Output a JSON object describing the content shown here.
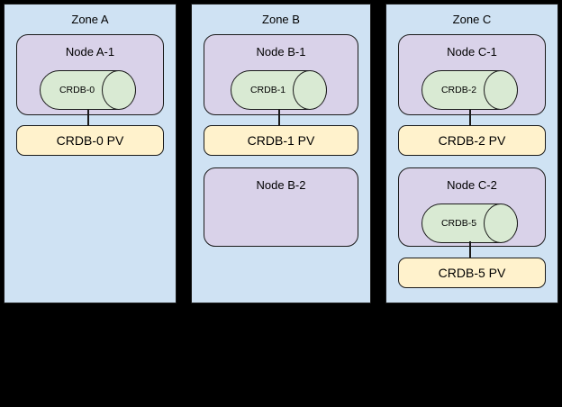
{
  "diagram": {
    "zones": [
      {
        "title": "Zone A",
        "nodes": [
          {
            "title": "Node A-1",
            "pod": "CRDB-0",
            "pv": "CRDB-0 PV"
          }
        ]
      },
      {
        "title": "Zone B",
        "nodes": [
          {
            "title": "Node B-1",
            "pod": "CRDB-1",
            "pv": "CRDB-1 PV"
          },
          {
            "title": "Node B-2"
          }
        ]
      },
      {
        "title": "Zone C",
        "nodes": [
          {
            "title": "Node C-1",
            "pod": "CRDB-2",
            "pv": "CRDB-2 PV"
          },
          {
            "title": "Node C-2",
            "pod": "CRDB-5",
            "pv": "CRDB-5 PV"
          }
        ]
      }
    ],
    "colors": {
      "background": "#000000",
      "zone_fill": "#cfe2f3",
      "node_fill": "#d9d2e9",
      "pod_fill": "#d9ead3",
      "pv_fill": "#fff2cc",
      "border": "#1a1a1a"
    }
  }
}
